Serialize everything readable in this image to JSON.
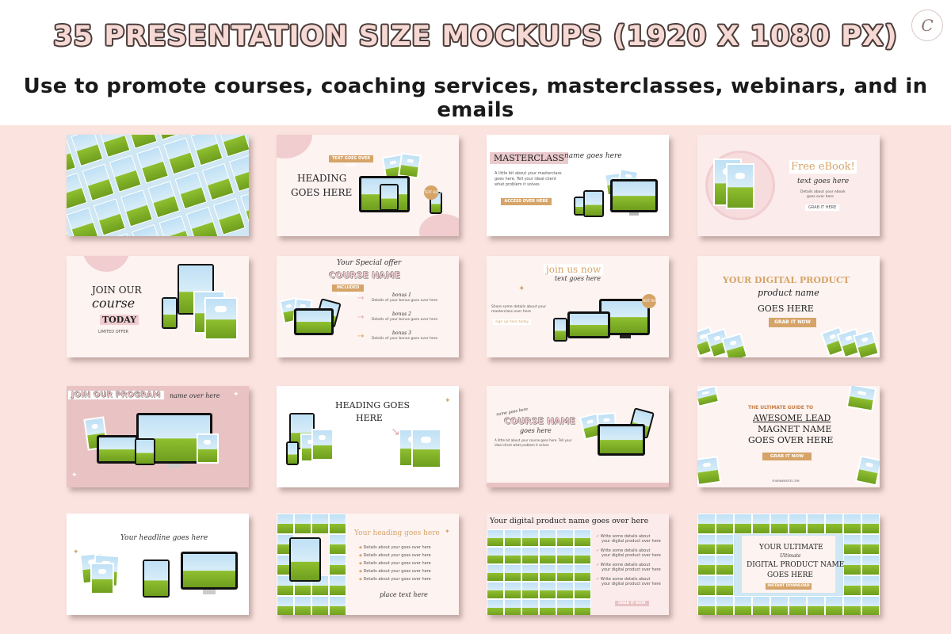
{
  "header": {
    "title": "35 PRESENTATION SIZE MOCKUPS (1920 X 1080 PX)",
    "subtitle": "Use to promote courses, coaching services, masterclasses, webinars, and in emails",
    "logo_letter": "C"
  },
  "cards": {
    "c2": {
      "pill": "TEXT GOES OVER HERE",
      "heading1": "HEADING",
      "heading2": "GOES HERE",
      "badge": "TEXT HERE"
    },
    "c3": {
      "title": "MASTERCLASS",
      "script": "name goes here",
      "body1": "A little bit about your masterclass",
      "body2": "goes here. Tell your ideal client",
      "body3": "what problem it solves",
      "button": "ACCESS OVER HERE"
    },
    "c4": {
      "title": "Free eBook!",
      "script": "text goes here",
      "body1": "Details about your ebook",
      "body2": "goes over here",
      "button": "GRAB IT HERE"
    },
    "c5": {
      "line1": "JOIN OUR",
      "script": "course",
      "line3": "TODAY",
      "line4": "LIMITED OFFER"
    },
    "c6": {
      "script": "Your Special offer",
      "title": "COURSE NAME",
      "pill": "INCLUDED BONUSES",
      "b1": "bonus 1",
      "b2": "bonus 2",
      "b3": "bonus 3",
      "d1": "Details of your bonus goes over here",
      "d2": "Details of your bonus goes over here",
      "d3": "Details of your bonus goes over here"
    },
    "c7": {
      "title": "join us now",
      "script": "text goes here",
      "body1": "Share some details about your",
      "body2": "masterclass over here",
      "link": "sign up here today",
      "badge": "TEXT HERE"
    },
    "c8": {
      "title": "YOUR DIGITAL PRODUCT",
      "script": "product name",
      "line3": "GOES HERE",
      "button": "GRAB IT NOW"
    },
    "c9": {
      "title": "JOIN OUR PROGRAM",
      "script": "name over here"
    },
    "c10": {
      "line1": "HEADING GOES",
      "line2": "HERE"
    },
    "c11": {
      "small": "name goes here",
      "title": "COURSE NAME",
      "script": "goes here",
      "body1": "A little bit about your course goes here. Tell your",
      "body2": "ideal client what problem it solves"
    },
    "c12": {
      "line1": "THE ULTIMATE GUIDE TO",
      "line2": "AWESOME LEAD",
      "line3": "MAGNET NAME",
      "line4": "GOES OVER HERE",
      "button": "GRAB IT NOW",
      "footer": "YOURWEBSITE.COM"
    },
    "c13": {
      "script": "Your headline goes here"
    },
    "c14": {
      "title": "Your heading goes here",
      "items": [
        "Details about your goes over here",
        "Details about your goes over here",
        "Details about your goes over here",
        "Details about your goes over here",
        "Details about your goes over here"
      ],
      "script": "place text here"
    },
    "c15": {
      "title": "Your digital product name goes over here",
      "items": [
        "Write some details about",
        "your digital product over here",
        "Write some details about",
        "your digital product over here",
        "Write some details about",
        "your digital product over here",
        "Write some details about",
        "your digital product over here"
      ],
      "button": "GRAB IT NOW"
    },
    "c16": {
      "line1": "YOUR ULTIMATE",
      "script": "Ultimate",
      "line2": "DIGITAL PRODUCT NAME",
      "line3": "GOES HERE",
      "button": "INSTANT DOWNLOAD"
    }
  },
  "colors": {
    "background": "#fbe3df",
    "accent": "#d6a468",
    "pink": "#f1cdd0",
    "dusty_pink": "#e9c3c4"
  }
}
